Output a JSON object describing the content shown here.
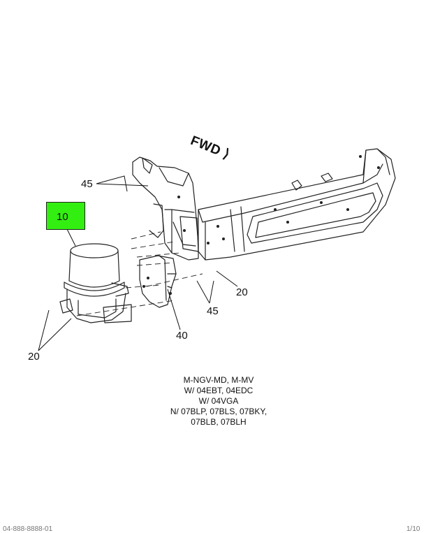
{
  "diagram": {
    "direction_label": "FWD",
    "callouts": {
      "item_10": "10",
      "item_45_top": "45",
      "item_20_right": "20",
      "item_45_right": "45",
      "item_40": "40",
      "item_20_left": "20"
    },
    "highlight_color": "#33ee11",
    "notes": [
      "M-NGV-MD, M-MV",
      "W/ 04EBT, 04EDC",
      "W/ 04VGA",
      "N/ 07BLP, 07BLS, 07BKY,",
      "07BLB, 07BLH"
    ]
  },
  "footer": {
    "left": "04-888-8888-01",
    "right": "1/10"
  }
}
